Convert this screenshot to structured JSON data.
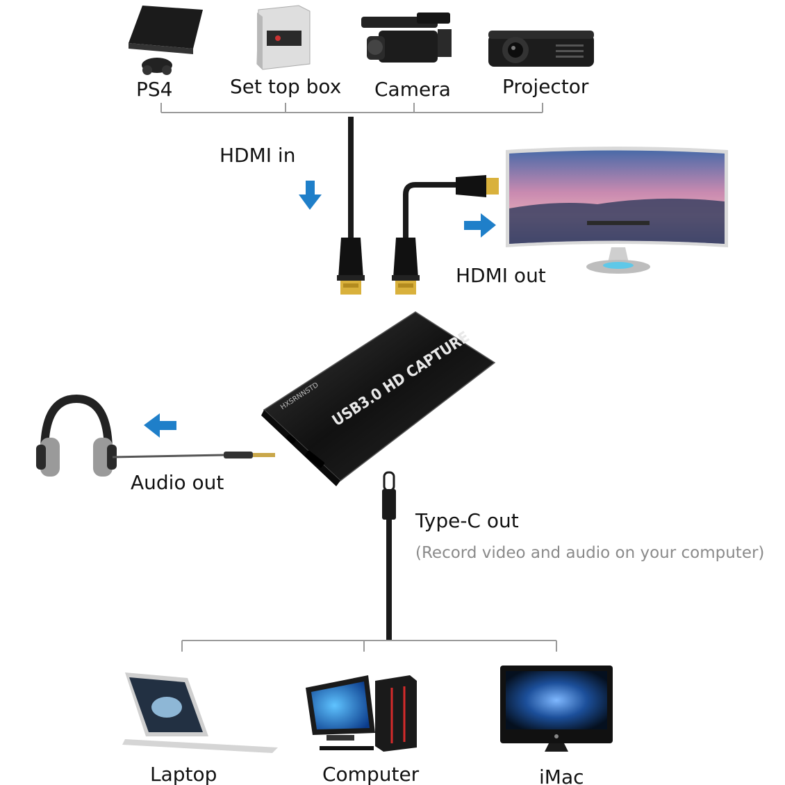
{
  "sources": [
    {
      "label": "PS4",
      "icon": "ps4-console-icon"
    },
    {
      "label": "Set top box",
      "icon": "set-top-box-icon"
    },
    {
      "label": "Camera",
      "icon": "camcorder-icon"
    },
    {
      "label": "Projector",
      "icon": "projector-icon"
    }
  ],
  "hdmi_in": "HDMI in",
  "hdmi_out": "HDMI out",
  "audio_out": "Audio out",
  "typec_out": "Type-C out",
  "typec_note": "(Record video and audio on your computer)",
  "device": {
    "brand": "HXSRNNSTD",
    "model_text": "USB3.0 HD CAPTURE"
  },
  "computers": [
    {
      "label": "Laptop",
      "icon": "laptop-icon"
    },
    {
      "label": "Computer",
      "icon": "desktop-computer-icon"
    },
    {
      "label": "iMac",
      "icon": "imac-icon"
    }
  ],
  "colors": {
    "arrow": "#1f7fc9",
    "connector_line": "#999999",
    "cable": "#1a1a1a",
    "hdmi_gold": "#d9b13c",
    "device_body": "#161616"
  }
}
